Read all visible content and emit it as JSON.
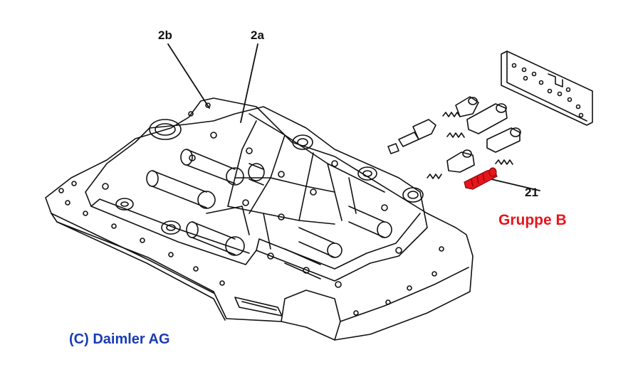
{
  "diagram": {
    "callouts": {
      "label_2b": "2b",
      "label_2a": "2a",
      "label_21": "21"
    },
    "group_label": "Gruppe B",
    "copyright": "(C) Daimler AG"
  },
  "colors": {
    "line": "#111111",
    "highlight": "#e8141b",
    "group_text": "#e8141b",
    "copyright_text": "#1a3bb5"
  }
}
